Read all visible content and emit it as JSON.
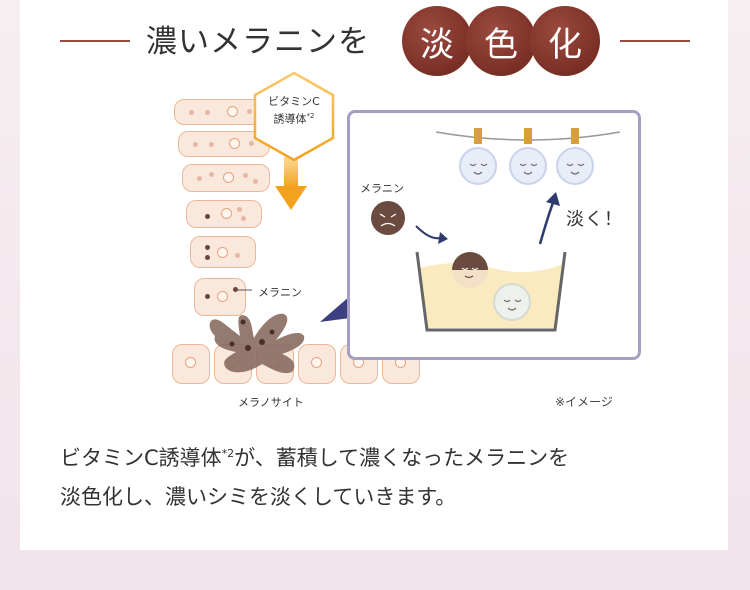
{
  "heading": {
    "prefix": "濃いメラニンを",
    "circle_chars": [
      "淡",
      "色",
      "化"
    ]
  },
  "hexagon": {
    "line1": "ビタミンC",
    "line2": "誘導体",
    "note": "*2"
  },
  "labels": {
    "melanin_left": "メラニン",
    "melanocyte": "メラノサイト",
    "melanin_detail": "メラニン",
    "fade": "淡く！",
    "image_note": "※イメージ"
  },
  "description": {
    "part1": "ビタミンC誘導体",
    "note": "*2",
    "part2": "が、蓄積して濃くなったメラニンを",
    "line2": "淡色化し、濃いシミを淡くしていきます。"
  },
  "colors": {
    "accent_circle": "#7a2f26",
    "rule": "#9a4a3a",
    "frame": "#a79ec4",
    "arrow": "#f2a21c",
    "melanin": "#6b4a3f"
  }
}
